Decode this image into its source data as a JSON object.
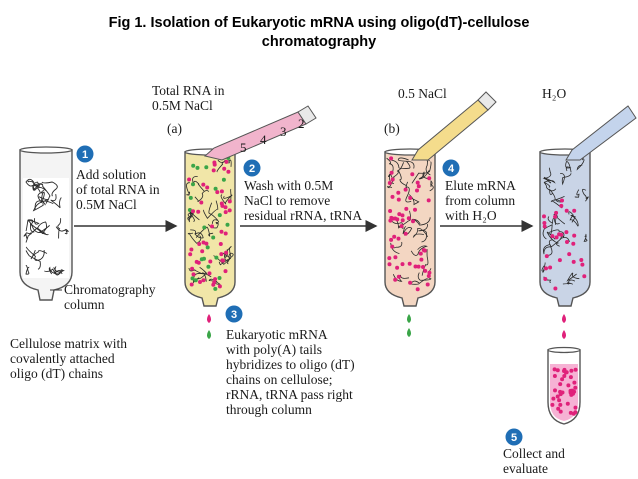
{
  "title": {
    "line1": "Fig 1. Isolation of Eukaryotic mRNA using oligo(dT)-cellulose",
    "line2": "chromatography"
  },
  "colors": {
    "badge": "#1f6eb5",
    "mrna_pink": "#e0217a",
    "trna_green": "#3aa548",
    "column_a_fill": "#f1e6a8",
    "column_b_fill": "#f3d6c2",
    "column_c_fill": "#c9d4e6",
    "pipette_a": "#f1b4cc",
    "pipette_b": "#f4dc8c",
    "pipette_c": "#c4d4ec",
    "arrow": "#333333"
  },
  "labels": {
    "total_rna": [
      "Total RNA in",
      "0.5M NaCl"
    ],
    "panel_a": "(a)",
    "panel_b": "(b)",
    "nacl": "0.5 NaCl",
    "h2o": "H₂O",
    "drop_numbers": [
      "2",
      "3",
      "4",
      "5"
    ],
    "chromatography_column": [
      "Chromatography",
      "column"
    ],
    "cellulose_matrix": [
      "Cellulose matrix with",
      "covalently attached",
      "oligo (dT) chains"
    ]
  },
  "steps": [
    {
      "num": "1",
      "lines": [
        "Add solution",
        "of total RNA in",
        "0.5M NaCl"
      ]
    },
    {
      "num": "2",
      "lines": [
        "Wash with 0.5M",
        "NaCl  to remove",
        "residual rRNA, tRNA"
      ]
    },
    {
      "num": "3",
      "lines": [
        "Eukaryotic mRNA",
        "with poly(A) tails",
        "hybridizes to oligo (dT)",
        "chains on cellulose;",
        "rRNA, tRNA pass right",
        "through column"
      ]
    },
    {
      "num": "4",
      "lines": [
        "Elute mRNA",
        "from column",
        "with H₂O"
      ]
    },
    {
      "num": "5",
      "lines": [
        "Collect and",
        "evaluate"
      ]
    }
  ]
}
